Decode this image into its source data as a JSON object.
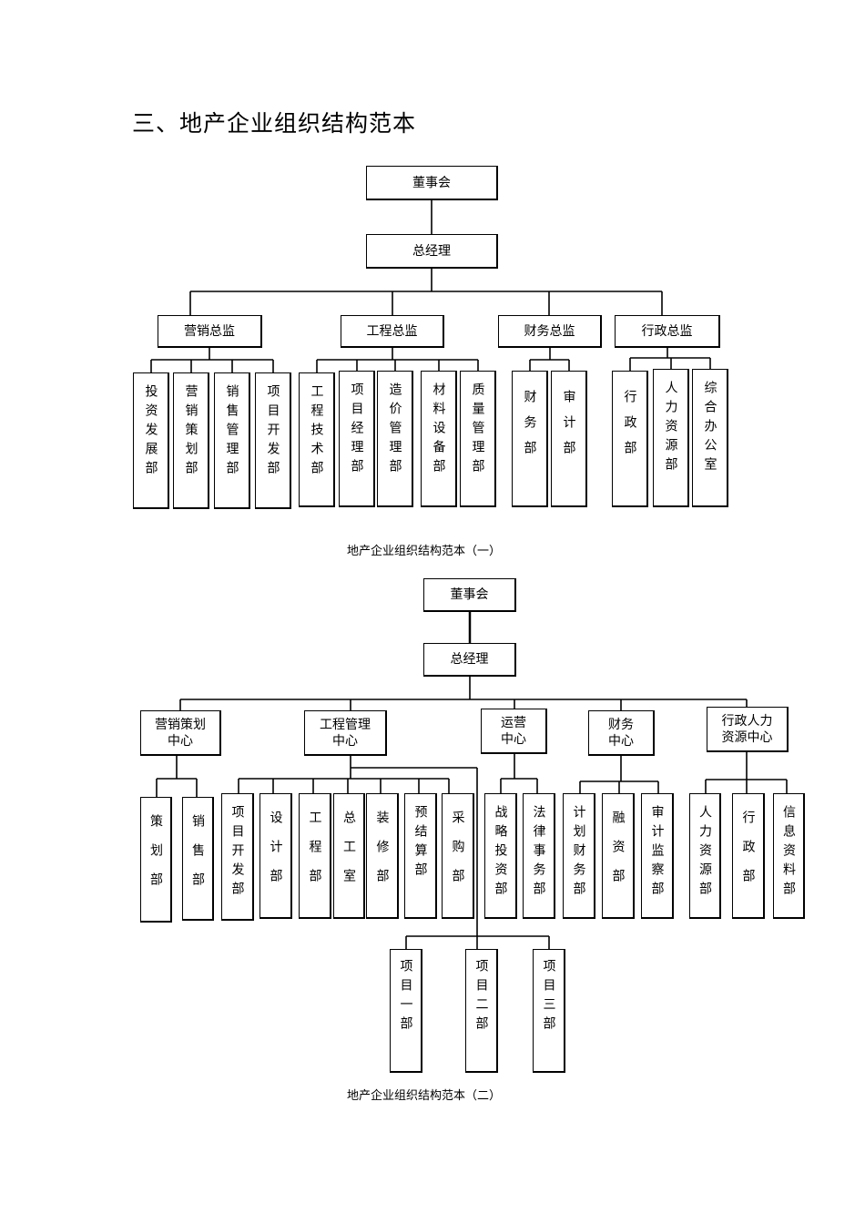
{
  "heading": "三、地产企业组织结构范本",
  "chart1": {
    "board": "董事会",
    "gm": "总经理",
    "directors": [
      "营销总监",
      "工程总监",
      "财务总监",
      "行政总监"
    ],
    "depts": {
      "marketing": [
        "投资发展部",
        "营销策划部",
        "销售管理部",
        "项目开发部"
      ],
      "engineering": [
        "工程技术部",
        "项目经理部",
        "造价管理部",
        "材料设备部",
        "质量管理部"
      ],
      "finance": [
        "财务部",
        "审计部"
      ],
      "admin": [
        "行政部",
        "人力资源部",
        "综合办公室"
      ]
    },
    "caption": "地产企业组织结构范本（一）"
  },
  "chart2": {
    "board": "董事会",
    "gm": "总经理",
    "centers": [
      "营销策划\n中心",
      "工程管理\n中心",
      "运营\n中心",
      "财务\n中心",
      "行政人力\n资源中心"
    ],
    "depts": {
      "marketing": [
        "策划部",
        "销售部"
      ],
      "engineering": [
        "项目开发部",
        "设计部",
        "工程部",
        "总工室",
        "装修部",
        "预结算部",
        "采购部"
      ],
      "operations": [
        "战略投资部",
        "法律事务部"
      ],
      "finance": [
        "计划财务部",
        "融资部",
        "审计监察部"
      ],
      "admin": [
        "人力资源部",
        "行政部",
        "信息资料部"
      ]
    },
    "projects": [
      "项目一部",
      "项目二部",
      "项目三部"
    ],
    "caption": "地产企业组织结构范本（二）"
  }
}
